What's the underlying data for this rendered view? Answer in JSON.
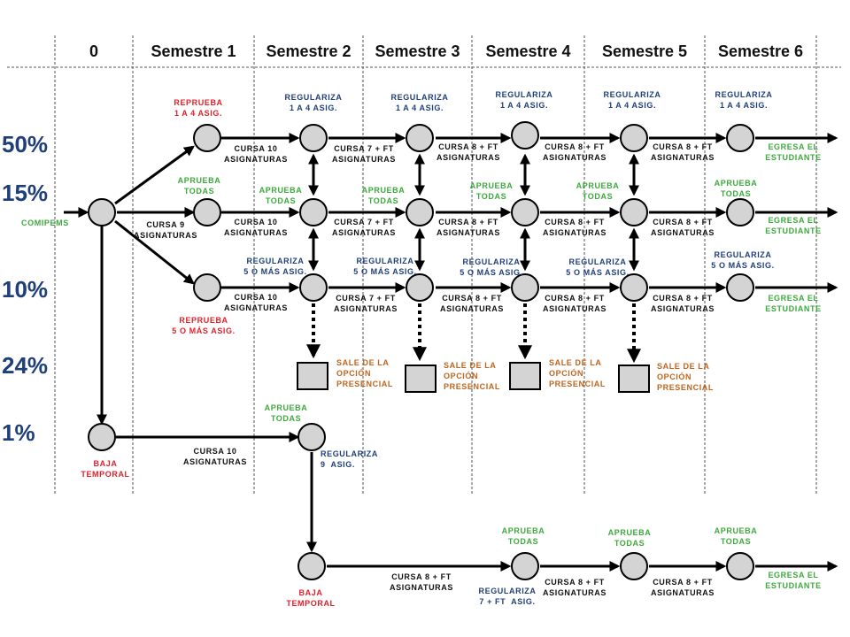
{
  "headers": [
    "0",
    "Semestre 1",
    "Semestre 2",
    "Semestre 3",
    "Semestre 4",
    "Semestre 5",
    "Semestre 6"
  ],
  "percentages": [
    "50%",
    "15%",
    "10%",
    "24%",
    "1%"
  ],
  "labels": {
    "comipems": "COMIPEMS",
    "reprueba_1a4": "REPRUEBA\n1 A 4 ASIG.",
    "aprueba_todas": "APRUEBA\nTODAS",
    "reprueba_5omas": "REPRUEBA\n5 O MÁS ASIG.",
    "cursa9": "CURSA 9\nASIGNATURAS",
    "cursa10": "CURSA 10\nASIGNATURAS",
    "cursa7ft": "CURSA 7 + FT\nASIGNATURAS",
    "cursa8ft": "CURSA 8 + FT\nASIGNATURAS",
    "regulariza_1a4": "REGULARIZA\n1 A 4 ASIG.",
    "regulariza_5omas": "REGULARIZA\n5 O MÁS ASIG.",
    "egresa": "EGRESA EL\nESTUDIANTE",
    "sale": "SALE DE LA\nOPCIÓN\nPRESENCIAL",
    "baja_temporal": "BAJA\nTEMPORAL",
    "regulariza_9": "REGULARIZA\n9  ASIG.",
    "regulariza_7ft": "REGULARIZA\n7 + FT  ASIG."
  },
  "colors": {
    "green": "#3caa3c",
    "navy": "#1f3f7a",
    "red": "#e0202a",
    "orange": "#c0641c",
    "node_fill": "#d4d4d4"
  }
}
